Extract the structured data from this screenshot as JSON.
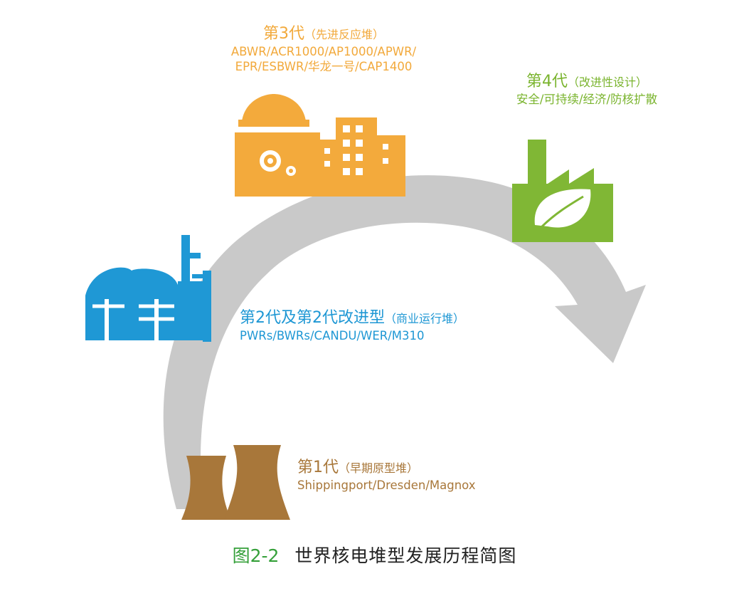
{
  "generations": {
    "g3": {
      "title": "第3代",
      "subtitle": "（先进反应堆）",
      "models_line1": "ABWR/ACR1000/AP1000/APWR/",
      "models_line2": "EPR/ESBWR/华龙一号/CAP1400",
      "color": "#f2a93b"
    },
    "g4": {
      "title": "第4代",
      "subtitle": "（改进性设计）",
      "models_line1": "安全/可持续/经济/防核扩散",
      "color": "#7ab42e"
    },
    "g2": {
      "title": "第2代及第2代改进型",
      "subtitle": "（商业运行堆）",
      "models_line1": "PWRs/BWRs/CANDU/WER/M310",
      "color": "#1e97d4"
    },
    "g1": {
      "title": "第1代",
      "subtitle": "（早期原型堆）",
      "models_line1": "Shippingport/Dresden/Magnox",
      "color": "#a8773a"
    }
  },
  "caption": {
    "figure_number": "图2-2",
    "text": "世界核电堆型发展历程简图"
  },
  "colors": {
    "arrow": "#c8c8c8",
    "background": "#ffffff"
  }
}
